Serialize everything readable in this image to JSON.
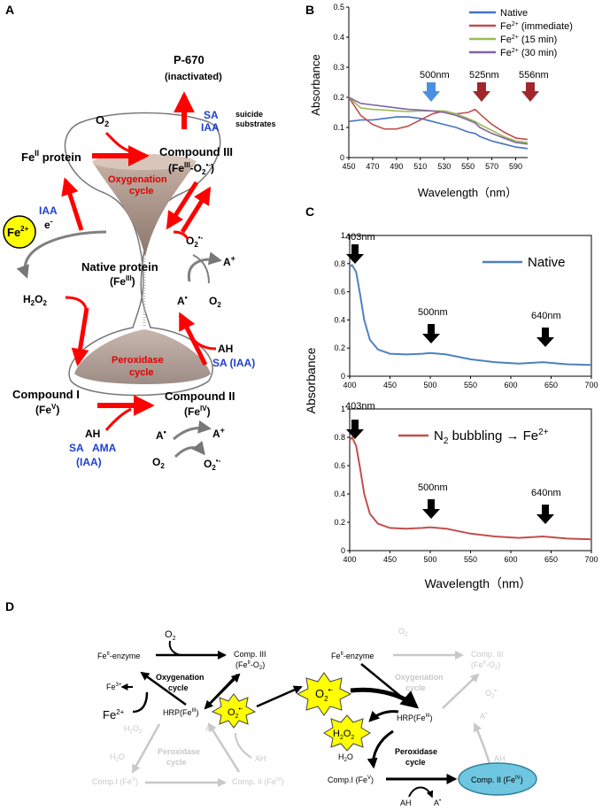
{
  "panel_labels": {
    "a": "A",
    "b": "B",
    "c": "C",
    "d": "D"
  },
  "panel_a": {
    "p670": "P-670",
    "inactivated": "(inactivated)",
    "sa": "SA",
    "iaa": "IAA",
    "suicide1": "suicide",
    "suicide2": "substrates",
    "o2_top": "O",
    "o2_top_sub": "2",
    "fe2_protein": "Fe",
    "fe2_protein_sup": "II",
    "fe2_protein_rest": " protein",
    "compound3": "Compound III",
    "compound3_formula": "(Fe",
    "compound3_formula_sup": "III",
    "compound3_formula_rest": "-O",
    "compound3_formula_sub": "2",
    "compound3_formula_sup2": "•-",
    "compound3_formula_end": ")",
    "oxy_cycle1": "Oxygenation",
    "oxy_cycle2": "cycle",
    "iaa_left": "IAA",
    "e_minus": "e",
    "fe2_badge": "Fe",
    "fe2_badge_sup": "2+",
    "o2_superoxide": "O",
    "o2_superoxide_sub": "2",
    "o2_superoxide_sup": "•-",
    "a_plus": "A",
    "a_plus_sup": "+",
    "native_protein": "Native protein",
    "native_fe": "(Fe",
    "native_fe_sup": "III",
    "native_fe_end": ")",
    "h2o2": "H",
    "h2o2_sub1": "2",
    "h2o2_mid": "O",
    "h2o2_sub2": "2",
    "a_radical": "A",
    "a_radical_sup": "•",
    "o2_right": "O",
    "o2_right_sub": "2",
    "ah_right": "AH",
    "sa_iaa": "SA (IAA)",
    "perox_cycle1": "Peroxidase",
    "perox_cycle2": "cycle",
    "compound1": "Compound I",
    "compound1_fe": "(Fe",
    "compound1_fe_sup": "V",
    "compound1_fe_end": ")",
    "compound2": "Compound II",
    "compound2_fe": "(Fe",
    "compound2_fe_sup": "IV",
    "compound2_fe_end": ")",
    "ah_bottom": "AH",
    "sa_bottom": "SA",
    "ama_bottom": "AMA",
    "iaa_bottom": "(IAA)",
    "a_bottom": "A",
    "a_bottom_sup": "•",
    "a_plus_bottom": "A",
    "a_plus_bottom_sup": "+",
    "o2_bottom": "O",
    "o2_bottom_sub": "2",
    "o2s_bottom": "O",
    "o2s_bottom_sub": "2",
    "o2s_bottom_sup": "•-"
  },
  "panel_b": {
    "ylabel": "Absorbance",
    "xlabel": "Wavelength（nm）",
    "arrows": [
      "500nm",
      "525nm",
      "556nm"
    ],
    "legend": [
      {
        "name": "Native",
        "prefix": "Native",
        "sup": "",
        "rest": ""
      },
      {
        "name": "Fe2+ (immediate)",
        "prefix": "Fe",
        "sup": "2+",
        "rest": " (immediate)"
      },
      {
        "name": "Fe2+ (15 min)",
        "prefix": "Fe",
        "sup": "2+",
        "rest": " (15 min)"
      },
      {
        "name": "Fe2+ (30 min)",
        "prefix": "Fe",
        "sup": "2+",
        "rest": " (30 min)"
      }
    ]
  },
  "panel_c": {
    "ylabel": "Absorbance",
    "xlabel": "Wavelength（nm）",
    "top_legend": "Native",
    "bottom_legend_prefix": "N",
    "bottom_legend_sub": "2",
    "bottom_legend_rest": " bubbling → Fe",
    "bottom_legend_sup": "2+",
    "peaks": [
      "403nm",
      "500nm",
      "640nm"
    ]
  },
  "panel_d": {
    "fe2_enzyme_left": "Fe",
    "fe2_enzyme_left_sup": "II",
    "fe2_enzyme_left_rest": "-enzyme",
    "o2_left": "O",
    "o2_left_sub": "2",
    "comp3_left": "Comp. III",
    "comp3_left_f": "(Fe",
    "comp3_left_f_sup": "II",
    "comp3_left_f_rest": "-O",
    "comp3_left_f_sub": "2",
    "comp3_left_f_end": ")",
    "oxy1": "Oxygenation",
    "oxy2": "cycle",
    "fe3": "Fe",
    "fe3_sup": "3+",
    "fe2": "Fe",
    "fe2_sup": "2+",
    "hrp_left": "HRP(Fe",
    "hrp_left_sup": "III",
    "hrp_left_end": ")",
    "o2s_left": "O",
    "o2s_left_sub": "2",
    "o2s_left_sup": "•-",
    "h2o2_faded": "H",
    "h2o2_faded_sub1": "2",
    "h2o2_faded_mid": "O",
    "h2o2_faded_sub2": "2",
    "a_faded": "A",
    "a_faded_sup": "•",
    "h2o_faded": "H",
    "h2o_faded_sub": "2",
    "h2o_faded_end": "O",
    "perox1_faded": "Peroxidase",
    "perox2_faded": "cycle",
    "ah_faded": "AH",
    "comp1_faded": "Comp.I (Fe",
    "comp1_faded_sup": "V",
    "comp1_faded_end": ")",
    "comp2_faded": "Comp. II (Fe",
    "comp2_faded_sup": "IV",
    "comp2_faded_end": ")",
    "fe2_enzyme_right": "Fe",
    "fe2_enzyme_right_sup": "II",
    "fe2_enzyme_right_rest": "-enzyme",
    "o2_right_faded": "O",
    "o2_right_faded_sub": "2",
    "comp3_right_faded": "Comp. III",
    "comp3_right_faded_f": "(Fe",
    "comp3_right_faded_f_sup": "II",
    "comp3_right_faded_f_rest": "-O",
    "comp3_right_faded_f_sub": "2",
    "comp3_right_faded_f_end": ")",
    "oxy1_faded": "Oxygenation",
    "oxy2_faded": "cycle",
    "o2s_right_faded": "O",
    "o2s_right_faded_sub": "2",
    "o2s_right_faded_sup": "•-",
    "a_right_faded": "A",
    "a_right_faded_sup": "•",
    "ah_right_faded": "AH",
    "o2s_star": "O",
    "o2s_star_sub": "2",
    "o2s_star_sup": "•-",
    "h2o2_star": "H",
    "h2o2_star_sub1": "2",
    "h2o2_star_mid": "O",
    "h2o2_star_sub2": "2",
    "hrp_right": "HRP(Fe",
    "hrp_right_sup": "III",
    "hrp_right_end": ")",
    "h2o_right": "H",
    "h2o_right_sub": "2",
    "h2o_right_end": "O",
    "perox1": "Peroxidase",
    "perox2": "cycle",
    "comp1_right": "Comp.I (Fe",
    "comp1_right_sup": "V",
    "comp1_right_end": ")",
    "comp2_right": "Comp. II (Fe",
    "comp2_right_sup": "IV",
    "comp2_right_end": ")",
    "ah_bottom": "AH",
    "a_bottom": "A",
    "a_bottom_sup": "•"
  },
  "chart_data": [
    {
      "type": "line",
      "panel": "B",
      "xlabel": "Wavelength（nm）",
      "ylabel": "Absorbance",
      "xlim": [
        450,
        600
      ],
      "ylim": [
        0,
        0.5
      ],
      "xticks": [
        450,
        470,
        490,
        510,
        530,
        550,
        570,
        590
      ],
      "yticks": [
        0,
        0.1,
        0.2,
        0.3,
        0.4,
        0.5
      ],
      "grid": false,
      "legend_position": "top-right",
      "x": [
        450,
        460,
        470,
        480,
        490,
        500,
        510,
        520,
        530,
        540,
        550,
        556,
        560,
        570,
        580,
        590,
        600
      ],
      "series": [
        {
          "name": "Native",
          "color": "#4472c4",
          "values": [
            0.12,
            0.125,
            0.125,
            0.13,
            0.135,
            0.135,
            0.13,
            0.12,
            0.11,
            0.1,
            0.085,
            0.08,
            0.07,
            0.055,
            0.045,
            0.035,
            0.03
          ]
        },
        {
          "name": "Fe2+ (immediate)",
          "color": "#c0504d",
          "values": [
            0.2,
            0.14,
            0.11,
            0.095,
            0.095,
            0.105,
            0.125,
            0.145,
            0.155,
            0.145,
            0.15,
            0.16,
            0.145,
            0.11,
            0.085,
            0.065,
            0.06
          ]
        },
        {
          "name": "Fe2+ (15 min)",
          "color": "#9bbb59",
          "values": [
            0.2,
            0.165,
            0.16,
            0.158,
            0.155,
            0.153,
            0.155,
            0.155,
            0.155,
            0.145,
            0.13,
            0.12,
            0.11,
            0.09,
            0.07,
            0.055,
            0.05
          ]
        },
        {
          "name": "Fe2+ (30 min)",
          "color": "#8064a2",
          "values": [
            0.2,
            0.18,
            0.175,
            0.17,
            0.165,
            0.16,
            0.158,
            0.155,
            0.15,
            0.14,
            0.125,
            0.115,
            0.1,
            0.08,
            0.065,
            0.05,
            0.045
          ]
        }
      ]
    },
    {
      "type": "line",
      "panel": "C-top",
      "ylabel": "Absorbance",
      "xlim": [
        400,
        700
      ],
      "ylim": [
        0,
        1
      ],
      "xticks": [
        400,
        450,
        500,
        550,
        600,
        650,
        700
      ],
      "yticks": [
        0,
        0.2,
        0.4,
        0.6,
        0.8,
        1
      ],
      "grid": false,
      "legend_position": "top-right",
      "x": [
        400,
        403,
        408,
        413,
        418,
        425,
        435,
        450,
        470,
        490,
        500,
        520,
        550,
        580,
        610,
        640,
        670,
        700
      ],
      "series": [
        {
          "name": "Native",
          "color": "#4f81bd",
          "values": [
            0.78,
            0.79,
            0.74,
            0.58,
            0.4,
            0.26,
            0.19,
            0.16,
            0.155,
            0.16,
            0.165,
            0.155,
            0.12,
            0.1,
            0.09,
            0.1,
            0.085,
            0.08
          ]
        }
      ]
    },
    {
      "type": "line",
      "panel": "C-bottom",
      "xlabel": "Wavelength（nm）",
      "xlim": [
        400,
        700
      ],
      "ylim": [
        0,
        1
      ],
      "xticks": [
        400,
        450,
        500,
        550,
        600,
        650,
        700
      ],
      "yticks": [
        0,
        0.2,
        0.4,
        0.6,
        0.8,
        1
      ],
      "grid": false,
      "legend_position": "top-right",
      "x": [
        400,
        403,
        408,
        413,
        418,
        425,
        435,
        450,
        470,
        490,
        500,
        520,
        550,
        580,
        610,
        640,
        670,
        700
      ],
      "series": [
        {
          "name": "N2 bubbling → Fe2+",
          "color": "#c0504d",
          "values": [
            0.78,
            0.8,
            0.74,
            0.58,
            0.4,
            0.26,
            0.19,
            0.16,
            0.155,
            0.16,
            0.165,
            0.155,
            0.12,
            0.1,
            0.09,
            0.1,
            0.085,
            0.08
          ]
        }
      ]
    }
  ]
}
